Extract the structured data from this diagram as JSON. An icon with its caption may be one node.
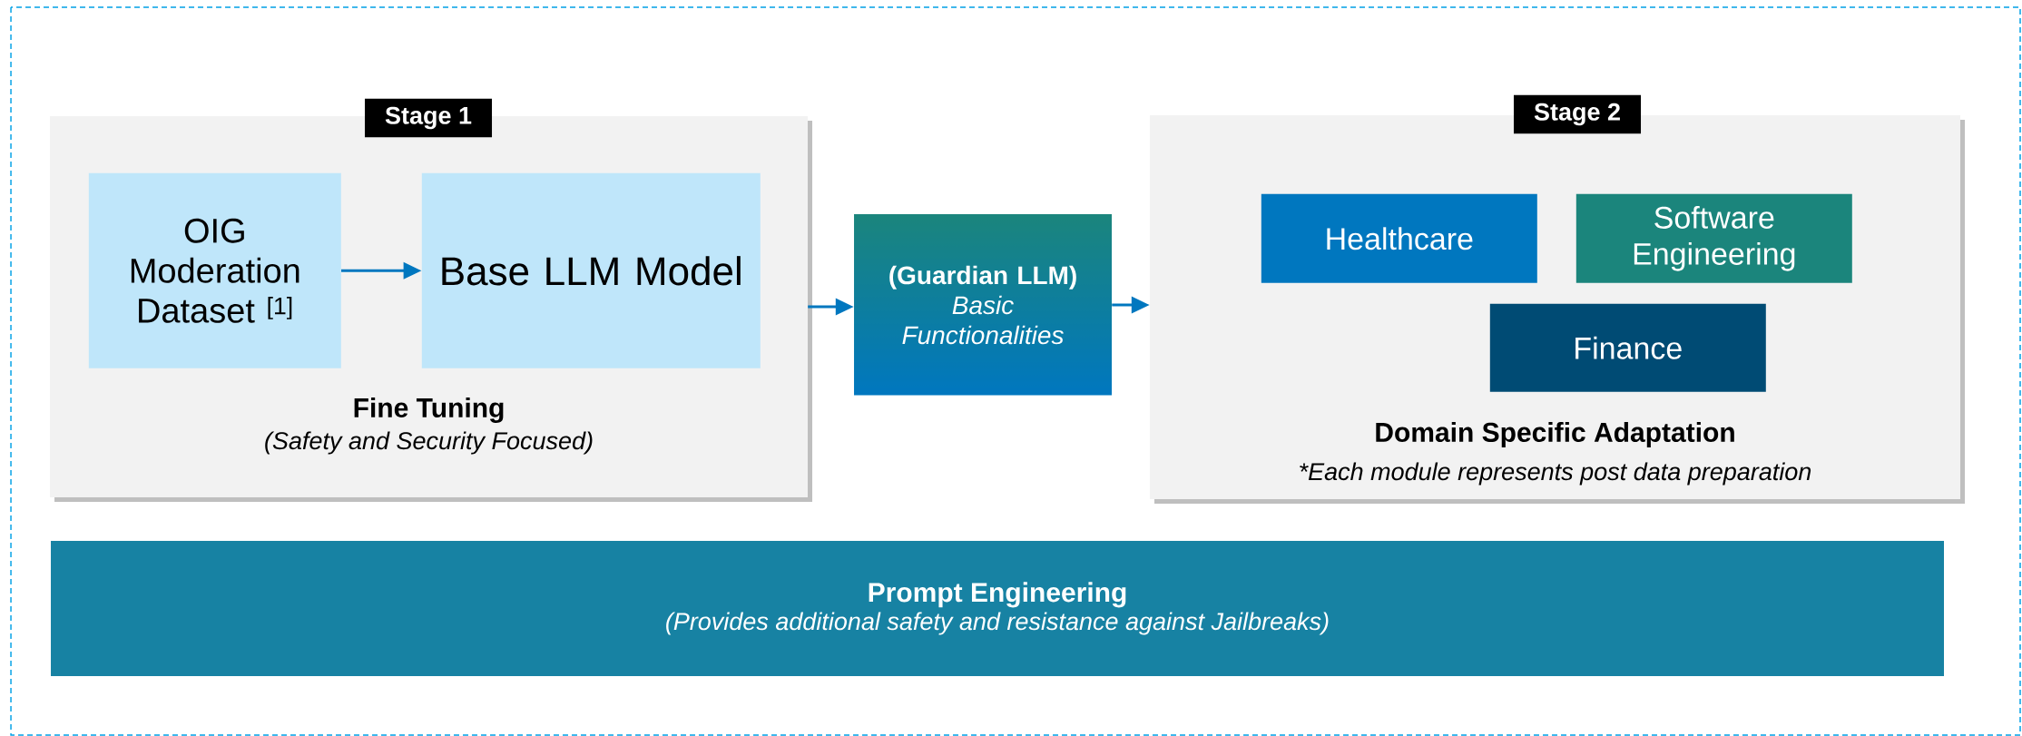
{
  "diagram": {
    "nodes": [
      {
        "text": [
          "Stage 1",
          "Fine Tuning",
          "(Safety and Security Focused)"
        ]
      },
      {
        "text": [
          "OIG Moderation Dataset $^{[1]}$"
        ],
        "in": 0
      },
      {
        "text": [
          "Base LLM Model"
        ],
        "in": 0
      },
      {
        "text": [
          "(Guardian LLM)",
          "Basic Functionalities"
        ]
      },
      {
        "text": [
          "Stage 2",
          "Domain Specific Adaptation",
          "*Each module represents post data preparation"
        ]
      },
      {
        "text": [
          "Healthcare"
        ],
        "in": 4
      },
      {
        "text": [
          "Software Engineering"
        ],
        "in": 4
      },
      {
        "text": [
          "Finance"
        ],
        "in": 4
      },
      {
        "text": [
          "Prompt Engineering",
          "(Provides additional safety and resistance against Jailbreaks)"
        ]
      }
    ],
    "edges": [
      {
        "from": 1,
        "to": 2,
        "arrow": "to"
      },
      {
        "from": 0,
        "to": 3,
        "arrow": "to"
      },
      {
        "from": 3,
        "to": 4,
        "arrow": "to"
      }
    ]
  }
}
